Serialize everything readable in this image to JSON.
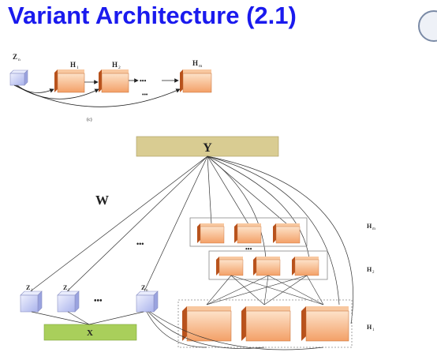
{
  "slide": {
    "title": "Variant Architecture (2.1)"
  },
  "top_diagram": {
    "input_label": "Z",
    "input_sub": "n",
    "hidden_labels": [
      "H",
      "H",
      "H"
    ],
    "hidden_subs": [
      "1",
      "2",
      "m"
    ],
    "dots": "•••",
    "caption": "(c)"
  },
  "main_diagram": {
    "output_label": "Y",
    "input_label": "X",
    "weight_label": "W",
    "z_labels": [
      "Z",
      "Z",
      "Z"
    ],
    "z_subs": [
      "1",
      "2",
      "n"
    ],
    "ellipsis": "•••",
    "layer_labels": [
      "H",
      "H",
      "H"
    ],
    "layer_subs": [
      "m",
      "2",
      "1"
    ]
  },
  "colors": {
    "title": "#1a1aee",
    "y_box": "#d9cc92",
    "x_box": "#a9cf5b",
    "block_face": "#f6b07e",
    "block_side": "#b8521c",
    "cube_face": "#d4d9f7"
  }
}
